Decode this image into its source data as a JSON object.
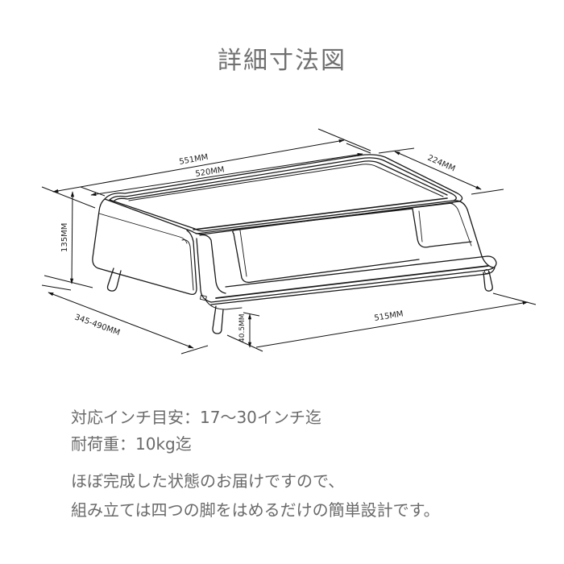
{
  "header": {
    "title": "詳細寸法図"
  },
  "dimensions": {
    "overall_width": "551MM",
    "top_width": "520MM",
    "depth": "224MM",
    "height": "135MM",
    "length_range": "345-490MM",
    "bottom_width": "515MM",
    "clearance": "40.5MM"
  },
  "specs": {
    "monitor_size": "対応インチ目安：17〜30インチ迄",
    "load_capacity": "耐荷重：10kg迄"
  },
  "notes": {
    "line1": "ほぼ完成した状態のお届けですので、",
    "line2": "組み立ては四つの脚をはめるだけの簡単設計です。"
  },
  "colors": {
    "text_gray": "#6a6a6a",
    "title_gray": "#707070",
    "line": "#1a1a1a",
    "background": "#ffffff"
  }
}
